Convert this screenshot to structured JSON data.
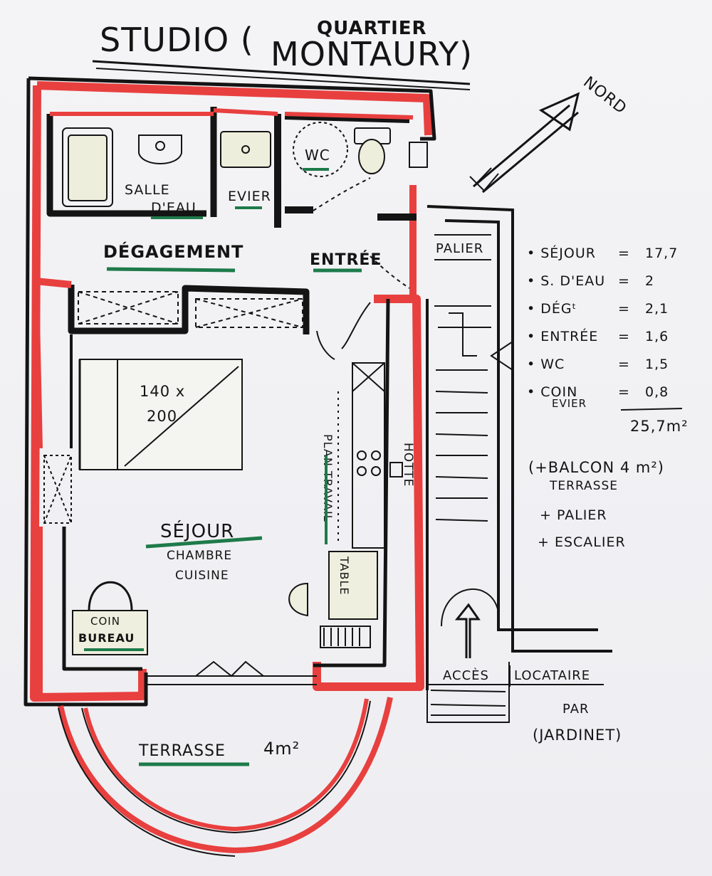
{
  "title": {
    "line1": "STUDIO (",
    "quartier": "QUARTIER",
    "montaury": "MONTAURY)"
  },
  "north_label": "NORD",
  "rooms": {
    "salle_deau_1": "SALLE",
    "salle_deau_2": "D'EAU",
    "evier": "EVIER",
    "wc": "WC",
    "degagement": "DÉGAGEMENT",
    "entree": "ENTRÉE",
    "palier": "PALIER",
    "bed_1": "140 x",
    "bed_2": "200",
    "plan_travail": "PLAN TRAVAIL",
    "hotte": "HOTTE",
    "table": "TABLE",
    "sejour": "SÉJOUR",
    "chambre": "CHAMBRE",
    "cuisine": "CUISINE",
    "coin": "COIN",
    "bureau": "BUREAU",
    "terrasse": "TERRASSE",
    "terrasse_area": "4m²",
    "acces": "ACCÈS",
    "locataire": "LOCATAIRE",
    "par": "PAR",
    "jardinet": "(JARDINET)"
  },
  "areas": [
    {
      "label": "• SÉJOUR",
      "value": "17,7"
    },
    {
      "label": "• S. D'EAU",
      "value": "2"
    },
    {
      "label": "• DÉGᵗ",
      "value": "2,1"
    },
    {
      "label": "• ENTRÉE",
      "value": "1,6"
    },
    {
      "label": "• WC",
      "value": "1,5"
    },
    {
      "label": "• COIN",
      "value": "0,8"
    }
  ],
  "area_coin_line2": "EVIER",
  "area_total": "25,7m²",
  "extras": {
    "balcon": "(+BALCON  4  m²)",
    "terrasse": "TERRASSE",
    "palier": "+ PALIER",
    "escalier": "+ ESCALIER"
  },
  "colors": {
    "wall_red": "#e8403f",
    "ink": "#141414",
    "green": "#1e7a4a",
    "paper": "#f2f2f5"
  }
}
